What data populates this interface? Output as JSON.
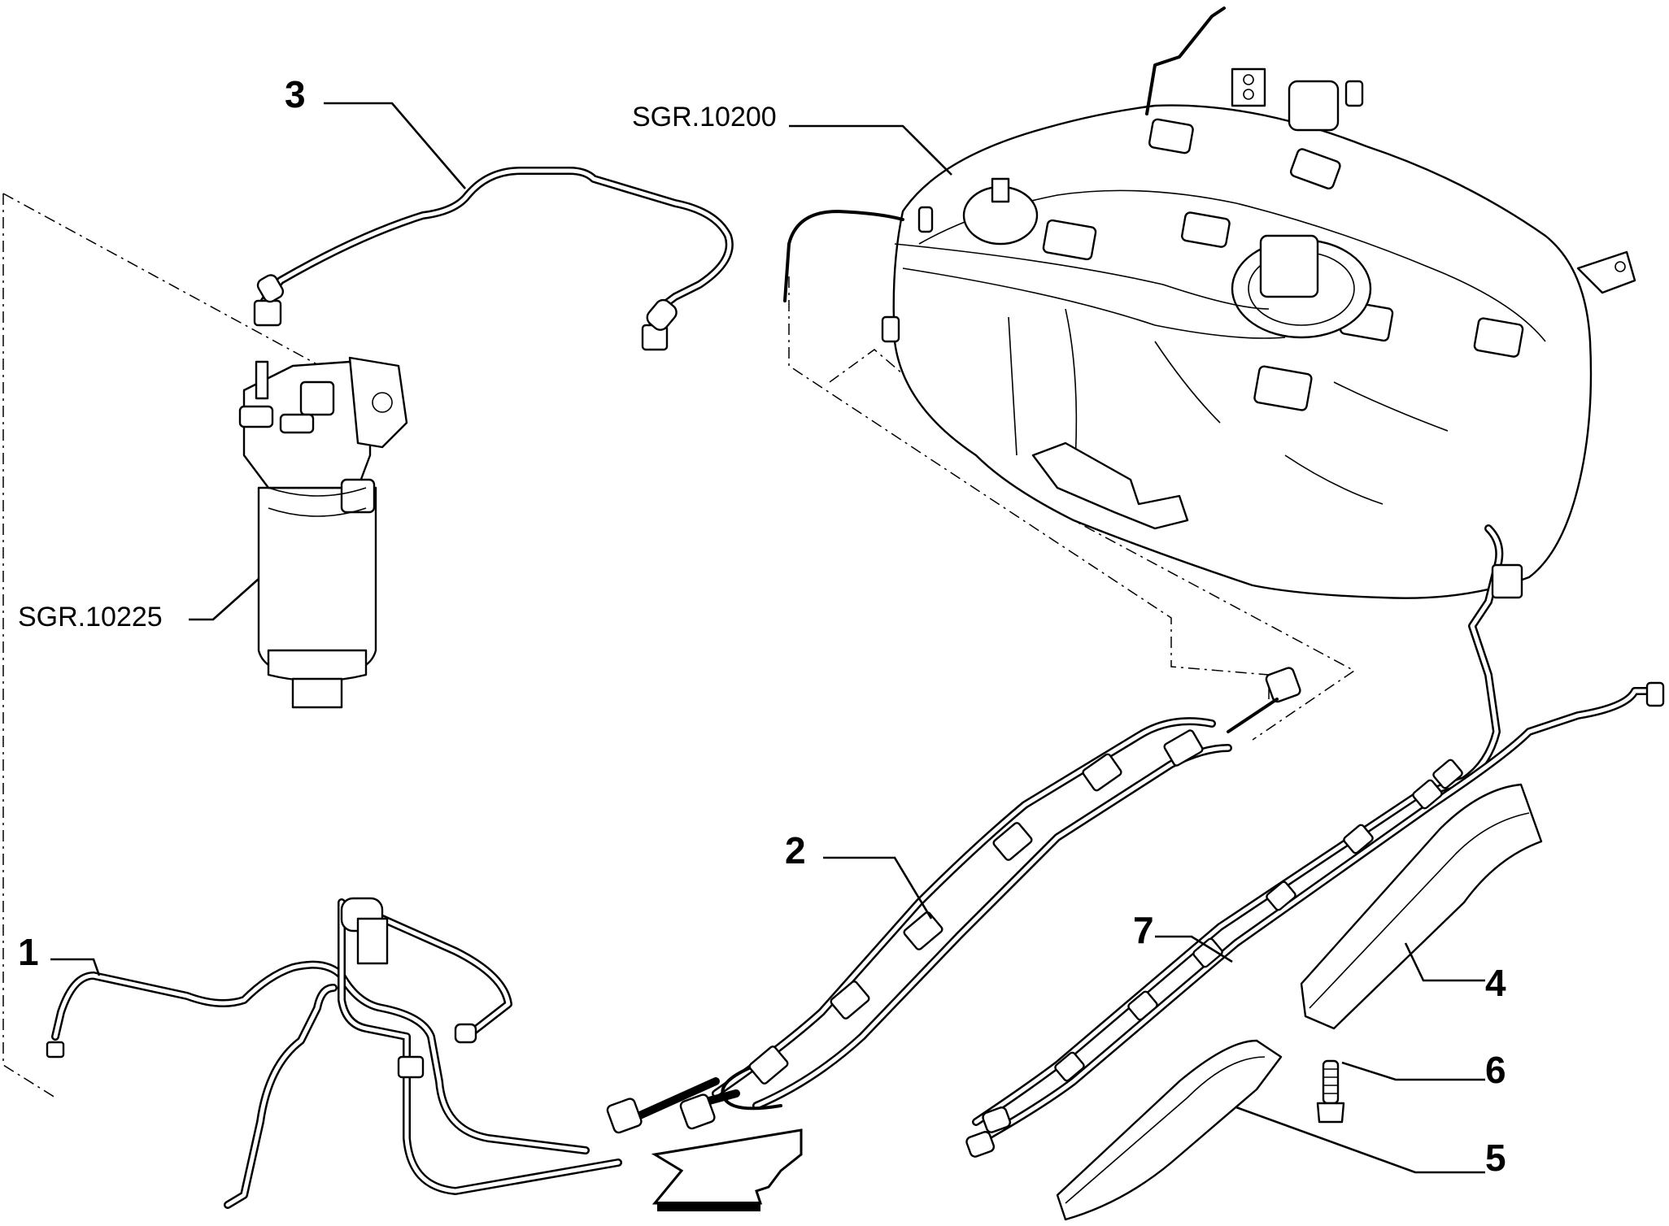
{
  "diagram": {
    "type": "exploded parts diagram",
    "subject": "fuel lines, fuel filter and fuel tank assembly",
    "callouts": [
      {
        "id": "1",
        "label": "1",
        "part": "fuel line (to filter)"
      },
      {
        "id": "2",
        "label": "2",
        "part": "fuel pipe bundle with clips"
      },
      {
        "id": "3",
        "label": "3",
        "part": "fuel line (filter return)"
      },
      {
        "id": "4",
        "label": "4",
        "part": "pipe protection channel"
      },
      {
        "id": "5",
        "label": "5",
        "part": "pipe protection channel"
      },
      {
        "id": "6",
        "label": "6",
        "part": "bolt"
      },
      {
        "id": "7",
        "label": "7",
        "part": "fuel pipe with clips"
      }
    ],
    "references": [
      {
        "id": "tank",
        "label": "SGR.10200",
        "part": "fuel tank"
      },
      {
        "id": "filter",
        "label": "SGR.10225",
        "part": "fuel filter"
      }
    ],
    "direction_arrow": "front-of-vehicle-arrow"
  }
}
